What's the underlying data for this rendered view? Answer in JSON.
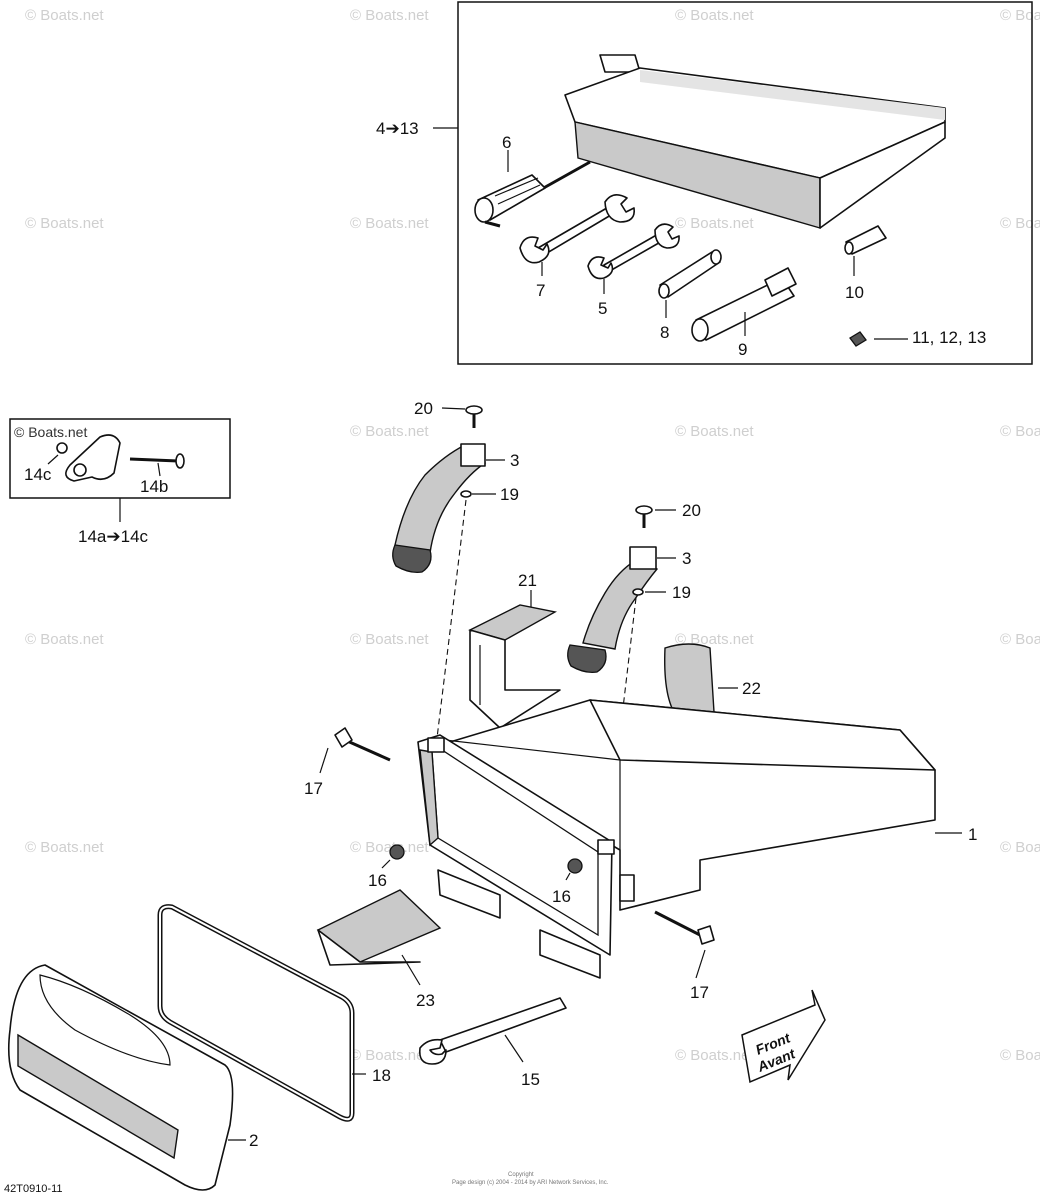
{
  "labels": {
    "l1": "1",
    "l2": "2",
    "l3a": "3",
    "l3b": "3",
    "l4": "4➔13",
    "l5": "5",
    "l6": "6",
    "l7": "7",
    "l8": "8",
    "l9": "9",
    "l10": "10",
    "l11": "11, 12, 13",
    "l14c": "14c",
    "l14b": "14b",
    "l14a": "14a➔14c",
    "l15": "15",
    "l16a": "16",
    "l16b": "16",
    "l17a": "17",
    "l17b": "17",
    "l18": "18",
    "l19a": "19",
    "l19b": "19",
    "l20a": "20",
    "l20b": "20",
    "l21": "21",
    "l22": "22",
    "l23": "23"
  },
  "watermark": "© Boats.net",
  "arrow": {
    "line1": "Front",
    "line2": "Avant"
  },
  "footer": {
    "code": "42T0910-11",
    "copyright1": "Copyright",
    "copyright2": "Page design (c) 2004 - 2014 by ARI Network Services, Inc."
  }
}
